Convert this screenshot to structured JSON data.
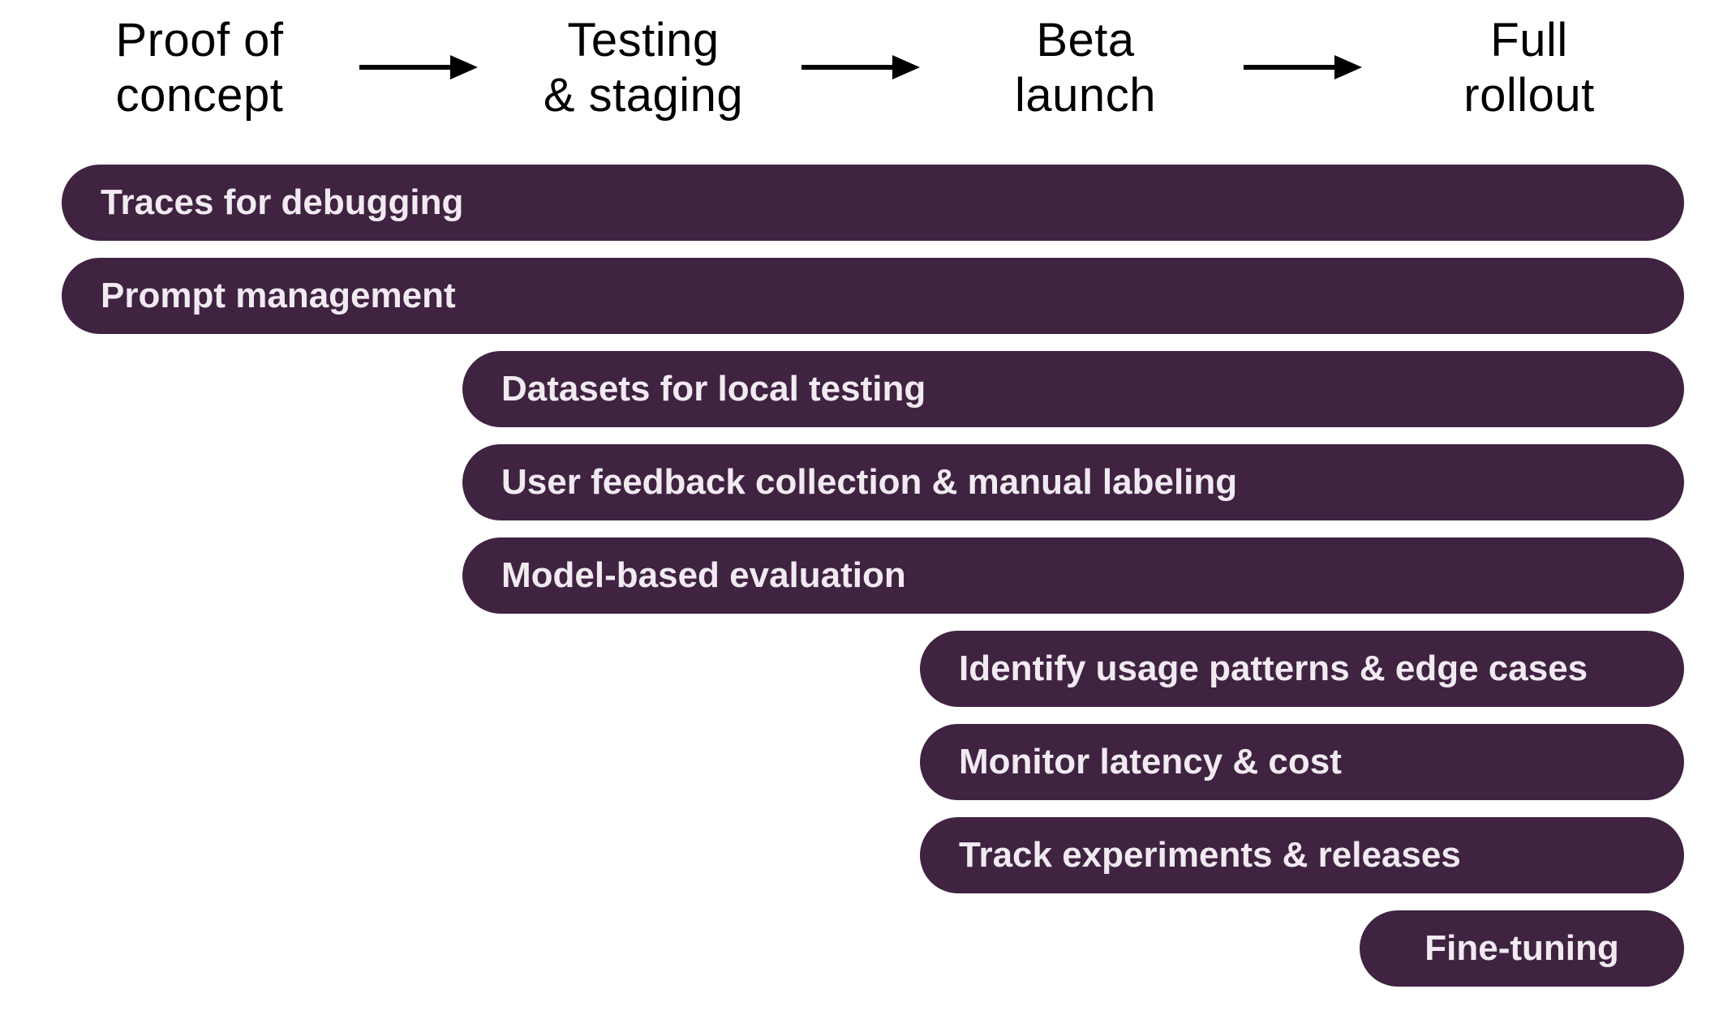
{
  "colors": {
    "bar": "#3f2341",
    "bar_text": "#f1ebf1",
    "heading_text": "#000000",
    "arrow": "#000000"
  },
  "stages": [
    {
      "line1": "Proof of",
      "line2": "concept"
    },
    {
      "line1": "Testing",
      "line2": "& staging"
    },
    {
      "line1": "Beta",
      "line2": "launch"
    },
    {
      "line1": "Full",
      "line2": "rollout"
    }
  ],
  "arrows": [
    "arrow-right-icon",
    "arrow-right-icon",
    "arrow-right-icon"
  ],
  "capabilities": [
    {
      "label": "Traces for debugging",
      "starts_at_stage": 1
    },
    {
      "label": "Prompt management",
      "starts_at_stage": 1
    },
    {
      "label": "Datasets for local testing",
      "starts_at_stage": 2
    },
    {
      "label": "User feedback collection & manual labeling",
      "starts_at_stage": 2
    },
    {
      "label": "Model-based evaluation",
      "starts_at_stage": 2
    },
    {
      "label": "Identify usage patterns & edge cases",
      "starts_at_stage": 3
    },
    {
      "label": "Monitor latency & cost",
      "starts_at_stage": 3
    },
    {
      "label": "Track experiments & releases",
      "starts_at_stage": 3
    },
    {
      "label": "Fine-tuning",
      "starts_at_stage": 4
    }
  ]
}
